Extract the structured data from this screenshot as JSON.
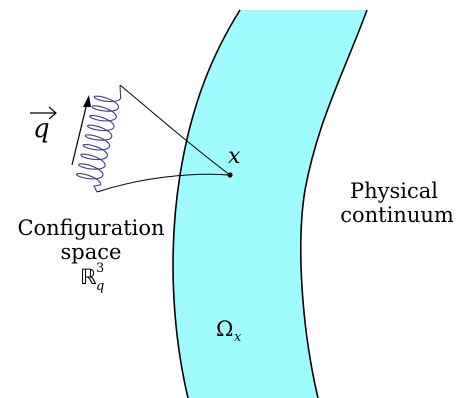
{
  "colors": {
    "continuum_fill": "#9efcff",
    "outline": "#000000",
    "spring": "#3b3b8f",
    "text": "#000000"
  },
  "labels": {
    "q_vector": "q",
    "point_label": "x",
    "omega_label": "Ω",
    "omega_subscript": "x",
    "config_line1": "Configuration",
    "config_line2": "space",
    "config_space_symbol": "ℝ",
    "config_space_sup": "3",
    "config_space_sub": "q",
    "physical_line1": "Physical",
    "physical_line2": "continuum"
  }
}
